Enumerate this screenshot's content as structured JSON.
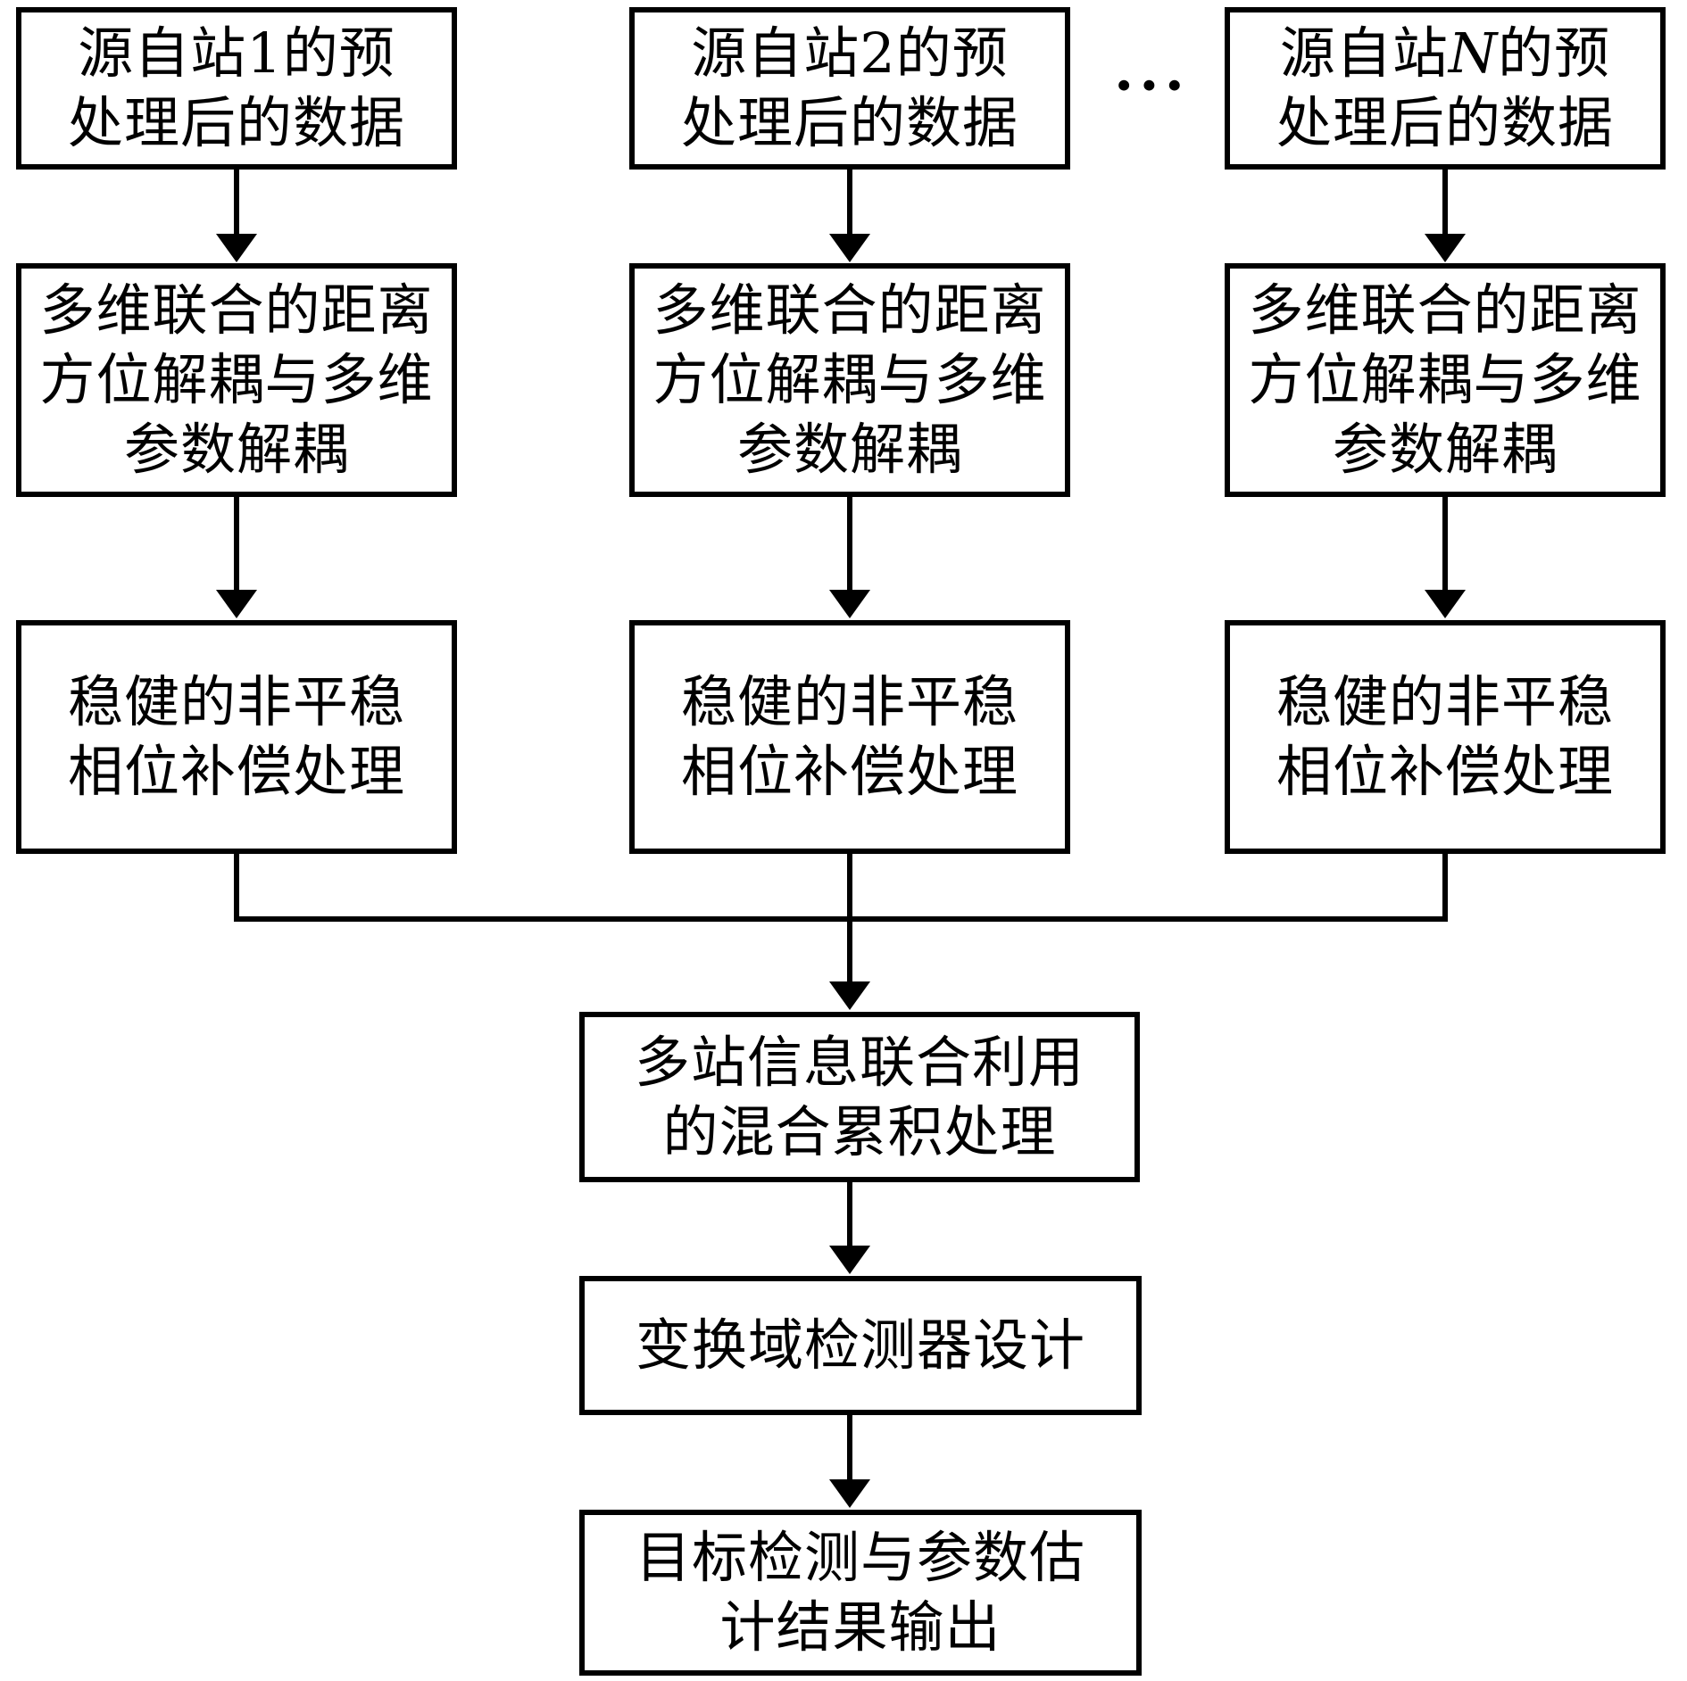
{
  "diagram": {
    "title": "multi-station radar processing flowchart",
    "stations": [
      {
        "id": "1",
        "line1_prefix": "源自站",
        "line1_suffix": "的预",
        "line2": "处理后的数据"
      },
      {
        "id": "2",
        "line1_prefix": "源自站",
        "line1_suffix": "的预",
        "line2": "处理后的数据"
      },
      {
        "id": "N",
        "line1_prefix": "源自站",
        "line1_suffix": "的预",
        "line2": "处理后的数据"
      }
    ],
    "ellipsis": "···",
    "decouple": {
      "line1": "多维联合的距离",
      "line2": "方位解耦与多维",
      "line3": "参数解耦"
    },
    "phase": {
      "line1": "稳健的非平稳",
      "line2": "相位补偿处理"
    },
    "fusion": {
      "line1": "多站信息联合利用",
      "line2": "的混合累积处理"
    },
    "detector": {
      "line1": "变换域检测器设计"
    },
    "output": {
      "line1": "目标检测与参数估",
      "line2": "计结果输出"
    },
    "colors": {
      "line": "#000000",
      "background": "#ffffff",
      "text": "#000000"
    }
  }
}
